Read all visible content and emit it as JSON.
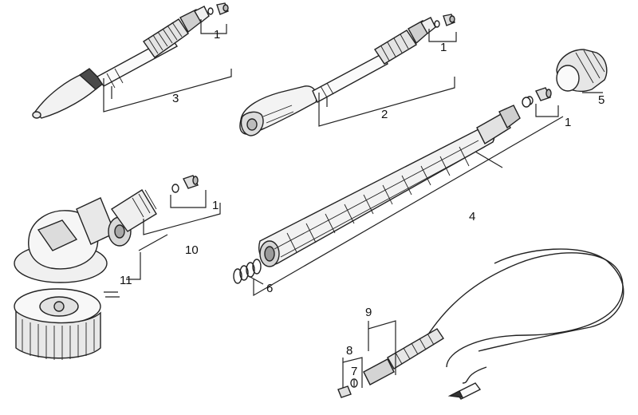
{
  "callouts": {
    "c1_top": "1",
    "c1_mid": "1",
    "c1_right": "1",
    "c1_left": "1",
    "c2": "2",
    "c3": "3",
    "c4": "4",
    "c5": "5",
    "c6": "6",
    "c7": "7",
    "c8": "8",
    "c9": "9",
    "c10": "10",
    "c11": "11"
  },
  "colors": {
    "line": "#222222",
    "fill_light": "#f4f4f4",
    "fill_mid": "#d9d9d9",
    "fill_dark": "#9a9a9a",
    "background": "#ffffff"
  },
  "parts": {
    "nozzle_3_icon": "conical-nozzle-icon",
    "nozzle_2_icon": "spray-lance-icon",
    "lance_4_icon": "extension-lance-icon",
    "cap_5_icon": "coupling-cap-icon",
    "brush_10_icon": "rotating-brush-icon",
    "hose_9_icon": "high-pressure-hose-icon"
  }
}
